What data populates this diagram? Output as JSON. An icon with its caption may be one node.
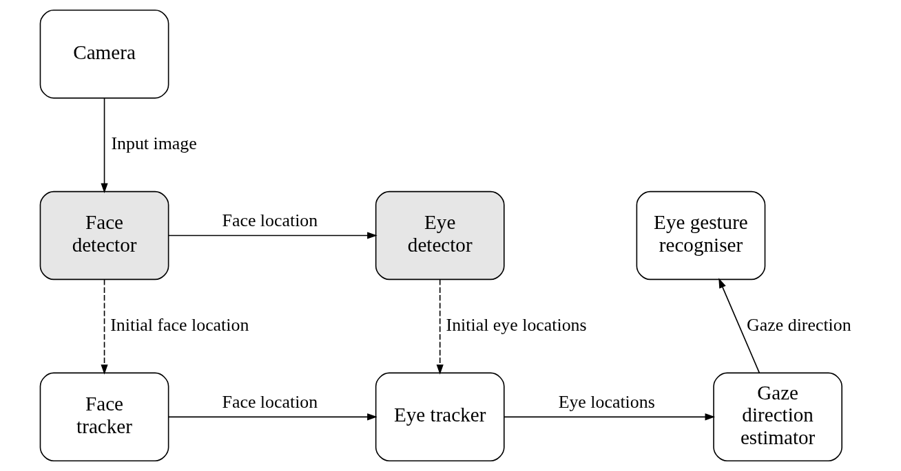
{
  "diagram": {
    "nodes": [
      {
        "text": [
          "Camera"
        ]
      },
      {
        "text": [
          "Face detector"
        ]
      },
      {
        "text": [
          "Eye detector"
        ]
      },
      {
        "text": [
          "Eye gesture recogniser"
        ]
      },
      {
        "text": [
          "Face tracker"
        ]
      },
      {
        "text": [
          "Eye tracker"
        ]
      },
      {
        "text": [
          "Gaze direction estimator"
        ]
      }
    ],
    "edges": [
      {
        "from": 0,
        "to": 1,
        "arrow": "to",
        "label": "Input image"
      },
      {
        "from": 1,
        "to": 2,
        "arrow": "to",
        "label": "Face location"
      },
      {
        "from": 1,
        "to": 4,
        "arrow": "to",
        "label": "Initial face location",
        "style": "dashed"
      },
      {
        "from": 2,
        "to": 5,
        "arrow": "to",
        "label": "Initial eye locations",
        "style": "dashed"
      },
      {
        "from": 4,
        "to": 5,
        "arrow": "to",
        "label": "Face location"
      },
      {
        "from": 5,
        "to": 6,
        "arrow": "to",
        "label": "Eye locations"
      },
      {
        "from": 6,
        "to": 3,
        "arrow": "to",
        "label": "Gaze direction"
      }
    ]
  }
}
